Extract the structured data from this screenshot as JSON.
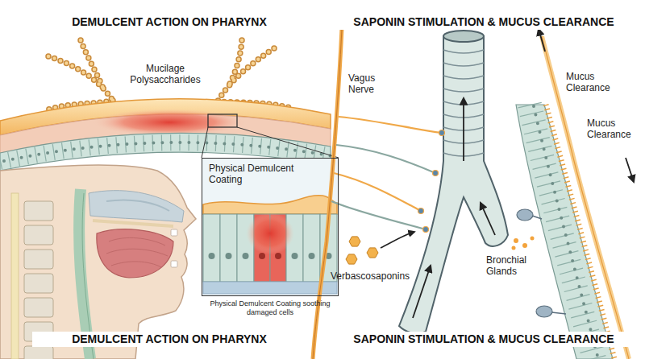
{
  "diagram": {
    "nodes": [
      {
        "text": [
          "Physical Demulcent Coating"
        ]
      }
    ],
    "labels": [
      "DEMULCENT ACTION ON PHARYNX",
      "SAPONIN STIMULATION & MUCUS CLEARANCE",
      "Mucilage Polysaccharides",
      "Vagus Nerve",
      "Mucus Clearance",
      "Mucus Clearance",
      "Verbascosaponins",
      "Bronchial Glands",
      "Physical Demulcent Coating soothing damaged cells",
      "DEMULCENT ACTION ON PHARYNX",
      "SAPONIN STIMULATION & MUCUS CLEARANCE"
    ]
  }
}
